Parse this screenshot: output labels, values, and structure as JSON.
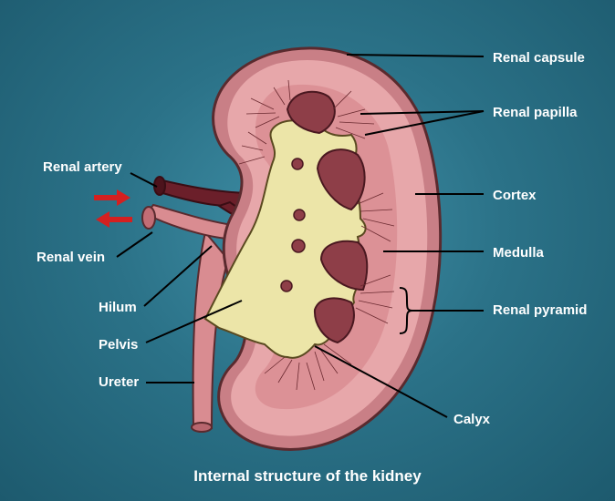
{
  "caption": "Internal structure of the kidney",
  "labels": {
    "renal_capsule": "Renal capsule",
    "renal_papilla": "Renal papilla",
    "cortex": "Cortex",
    "medulla": "Medulla",
    "renal_pyramid": "Renal pyramid",
    "calyx": "Calyx",
    "renal_artery": "Renal artery",
    "renal_vein": "Renal vein",
    "hilum": "Hilum",
    "pelvis": "Pelvis",
    "ureter": "Ureter"
  },
  "colors": {
    "background": "#2b7288",
    "capsule": "#c97f86",
    "cortex": "#e7a7aa",
    "medulla": "#d8888e",
    "pyramid": "#8e3e48",
    "pelvis": "#ece5a8",
    "vessel": "#6b1f2a",
    "ureter": "#d88a8f",
    "arrow": "#d42020"
  }
}
